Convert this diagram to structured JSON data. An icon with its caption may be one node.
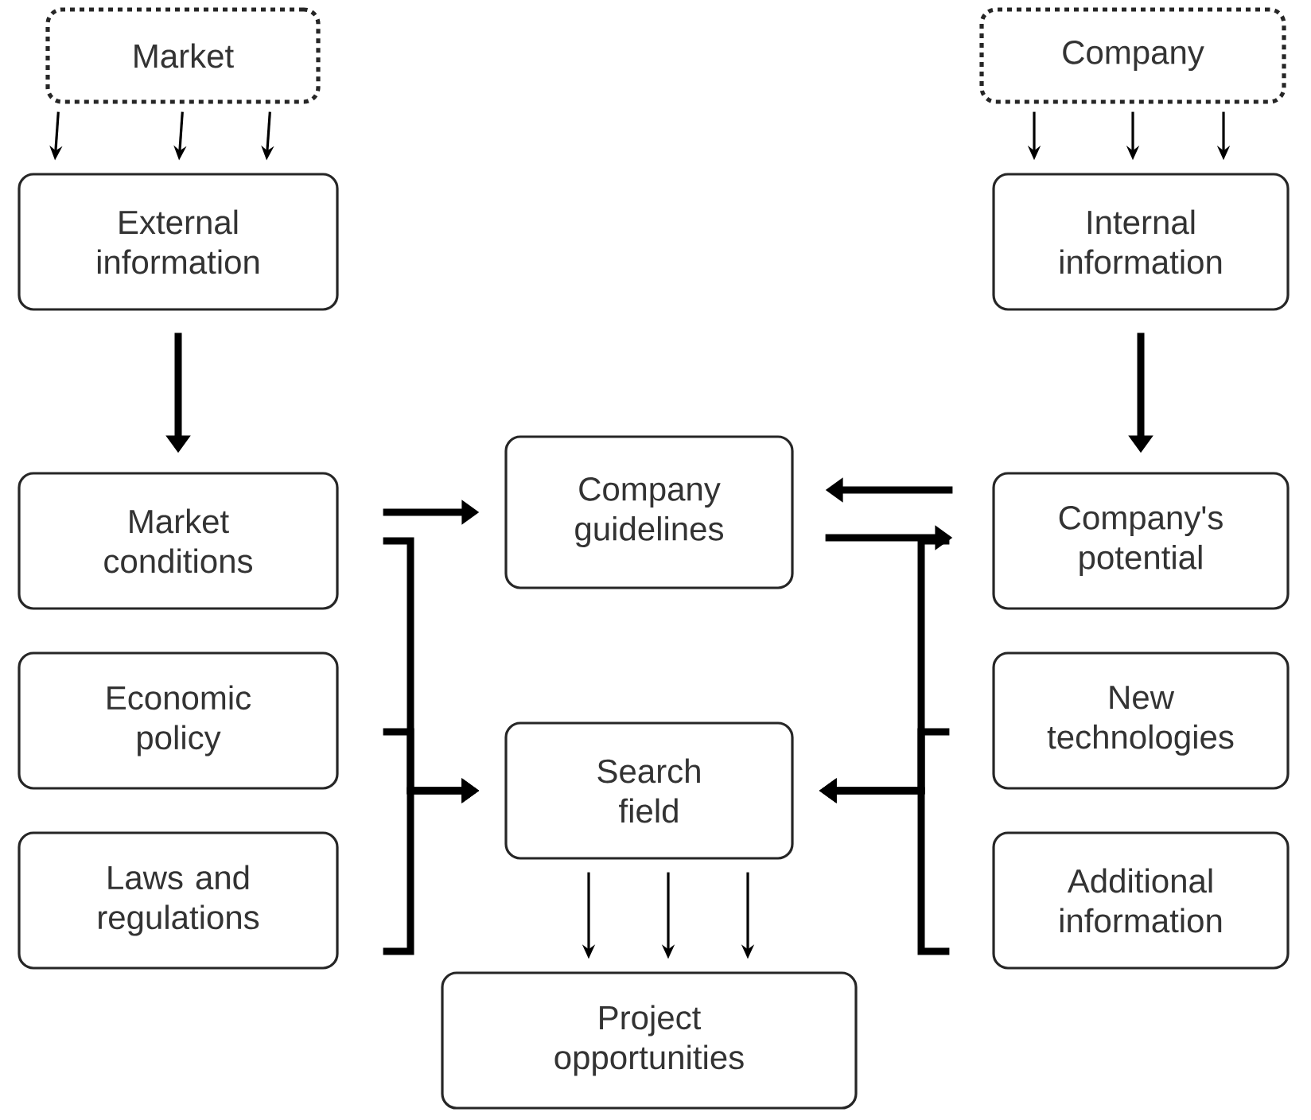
{
  "diagram": {
    "nodes": [
      {
        "text": [
          "Market"
        ]
      },
      {
        "text": [
          "External information"
        ]
      },
      {
        "text": [
          "Market conditions"
        ]
      },
      {
        "text": [
          "Economic policy"
        ]
      },
      {
        "text": [
          "Laws and regulations"
        ]
      },
      {
        "text": [
          "Company guidelines"
        ]
      },
      {
        "text": [
          "Search field"
        ]
      },
      {
        "text": [
          "Project opportunities"
        ]
      },
      {
        "text": [
          "Company"
        ]
      },
      {
        "text": [
          "Internal information"
        ]
      },
      {
        "text": [
          "Company's potential"
        ]
      },
      {
        "text": [
          "New technologies"
        ]
      },
      {
        "text": [
          "Additional information"
        ]
      }
    ],
    "edges": [
      {
        "from": 0,
        "to": 1,
        "arrow": "to"
      },
      {
        "from": 0,
        "to": 1,
        "arrow": "to"
      },
      {
        "from": 0,
        "to": 1,
        "arrow": "to"
      },
      {
        "from": 8,
        "to": 9,
        "arrow": "to"
      },
      {
        "from": 8,
        "to": 9,
        "arrow": "to"
      },
      {
        "from": 8,
        "to": 9,
        "arrow": "to"
      },
      {
        "from": 1,
        "to": 2,
        "arrow": "to"
      },
      {
        "from": 9,
        "to": 10,
        "arrow": "to"
      },
      {
        "from": 2,
        "to": 5,
        "arrow": "to"
      },
      {
        "from": 10,
        "to": 5,
        "arrow": "to"
      },
      {
        "from": 5,
        "to": 10,
        "arrow": "to"
      },
      {
        "from": 2,
        "to": 6,
        "arrow": "to"
      },
      {
        "from": 3,
        "to": 6,
        "arrow": "to"
      },
      {
        "from": 4,
        "to": 6,
        "arrow": "to"
      },
      {
        "from": 10,
        "to": 6,
        "arrow": "to"
      },
      {
        "from": 11,
        "to": 6,
        "arrow": "to"
      },
      {
        "from": 12,
        "to": 6,
        "arrow": "to"
      },
      {
        "from": 6,
        "to": 7,
        "arrow": "to"
      },
      {
        "from": 6,
        "to": 7,
        "arrow": "to"
      },
      {
        "from": 6,
        "to": 7,
        "arrow": "to"
      }
    ]
  }
}
